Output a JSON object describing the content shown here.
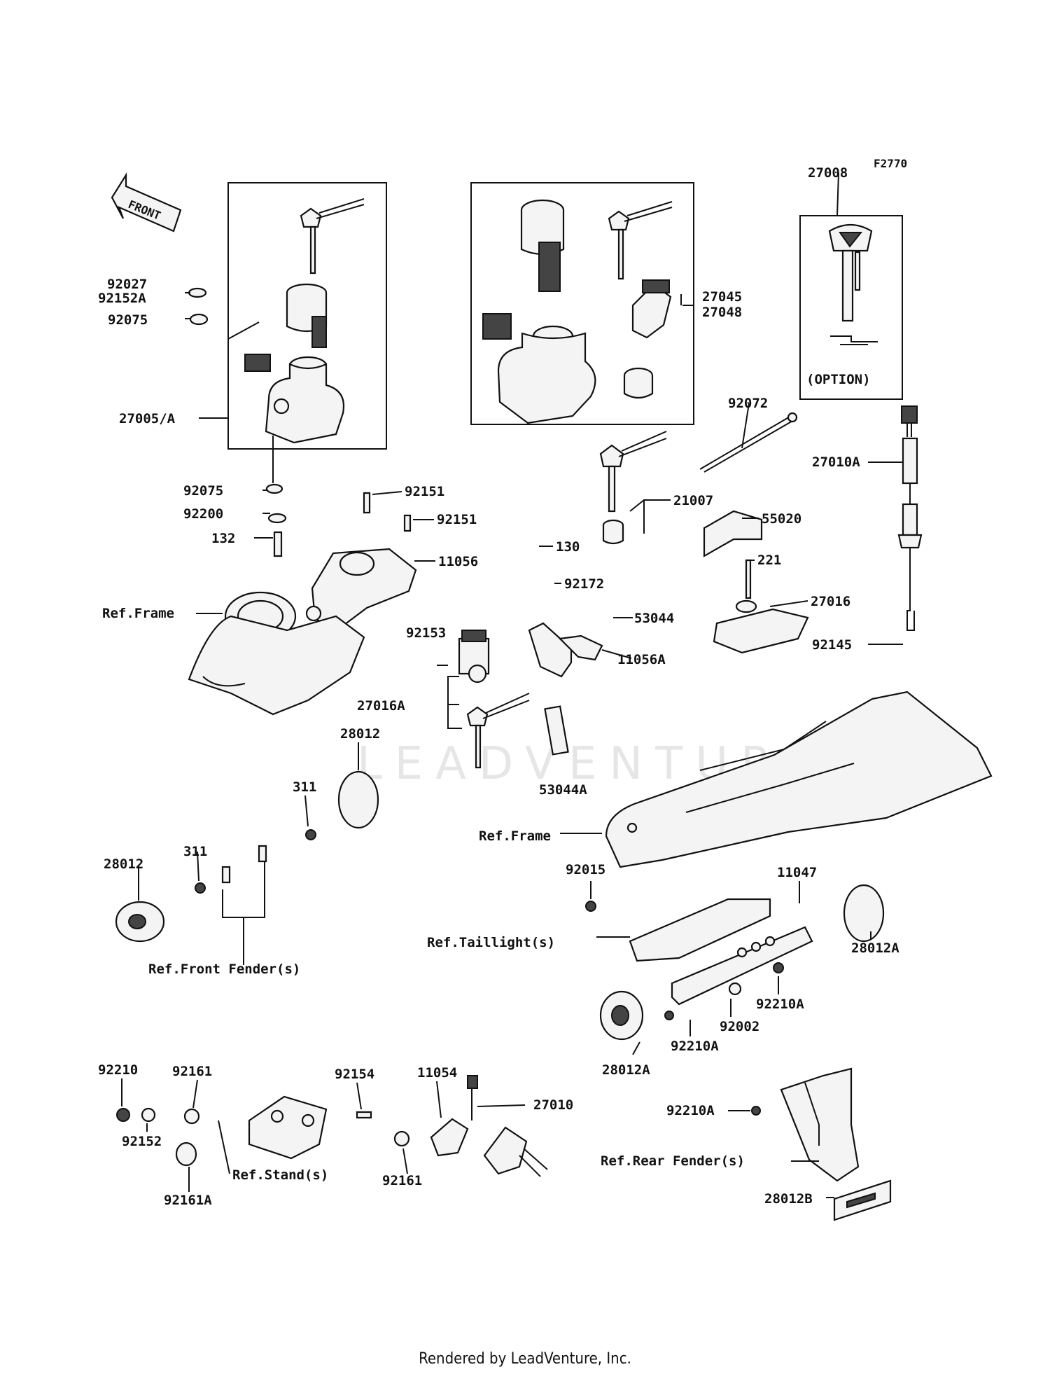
{
  "figure_code": "F2770",
  "front_marker": "FRONT",
  "watermark": "LEADVENTURE",
  "footer": "Rendered by LeadVenture, Inc.",
  "labels": {
    "p27008": "27008",
    "p27045": "27045",
    "p27048": "27048",
    "p92027": "92027",
    "p92152A": "92152A",
    "p92075a": "92075",
    "p27005A": "27005/A",
    "p92075b": "92075",
    "p92200": "92200",
    "p132": "132",
    "p92151a": "92151",
    "p92151b": "92151",
    "p11056": "11056",
    "refFrameL": "Ref.Frame",
    "p92072": "92072",
    "p27010A": "27010A",
    "p21007": "21007",
    "p55020": "55020",
    "p130": "130",
    "p221": "221",
    "p92172": "92172",
    "p27016": "27016",
    "p53044": "53044",
    "p92145": "92145",
    "p92153": "92153",
    "p11056A": "11056A",
    "p27016A": "27016A",
    "p28012a": "28012",
    "p53044A": "53044A",
    "p311a": "311",
    "refFrameR": "Ref.Frame",
    "p28012b": "28012",
    "p311b": "311",
    "p92015": "92015",
    "p11047": "11047",
    "refTaillight": "Ref.Taillight(s)",
    "p28012A1": "28012A",
    "refFrontFender": "Ref.Front Fender(s)",
    "p92210A1": "92210A",
    "p92002": "92002",
    "p92210A2": "92210A",
    "p28012A2": "28012A",
    "p92210": "92210",
    "p92161a": "92161",
    "p92154": "92154",
    "p11054": "11054",
    "p27010": "27010",
    "p92210A3": "92210A",
    "p92152": "92152",
    "refStand": "Ref.Stand(s)",
    "p92161b": "92161",
    "refRearFender": "Ref.Rear Fender(s)",
    "p92161A": "92161A",
    "p28012B": "28012B",
    "option": "(OPTION)"
  }
}
